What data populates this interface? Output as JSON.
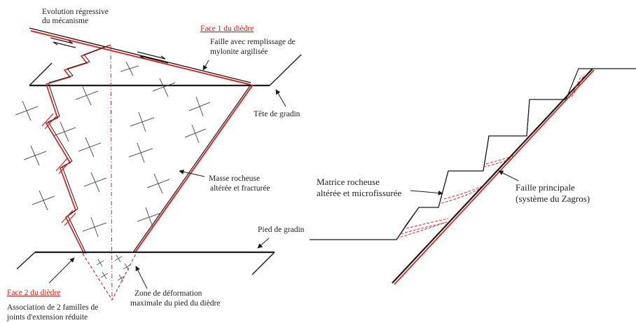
{
  "left_panel": {
    "evolution_line1": "Evolution régressive",
    "evolution_line2": "du mécanisme",
    "face1_title": "Face 1 du dièdre",
    "face1_line1": "Faille avec remplissage de",
    "face1_line2": "mylonite argilisée",
    "tete_gradin": "Tête de gradin",
    "masse_line1": "Masse rocheuse",
    "masse_line2": "altérée et fracturée",
    "pied_gradin": "Pied de gradin",
    "face2_title": "Face 2 du dièdre",
    "face2_line1": "Association de 2 familles de",
    "face2_line2": "joints d'extension réduite",
    "zone_line1": "Zone de déformation",
    "zone_line2": "maximale du pied du dièdre"
  },
  "right_panel": {
    "matrice_line1": "Matrice rocheuse",
    "matrice_line2": "altérée et microfissurée",
    "faille_line1": "Faille principale",
    "faille_line2": "(système du Zagros)"
  },
  "colors": {
    "line_black": "#1a1a1a",
    "line_red": "#d42a2a",
    "paper": "#ffffff"
  }
}
